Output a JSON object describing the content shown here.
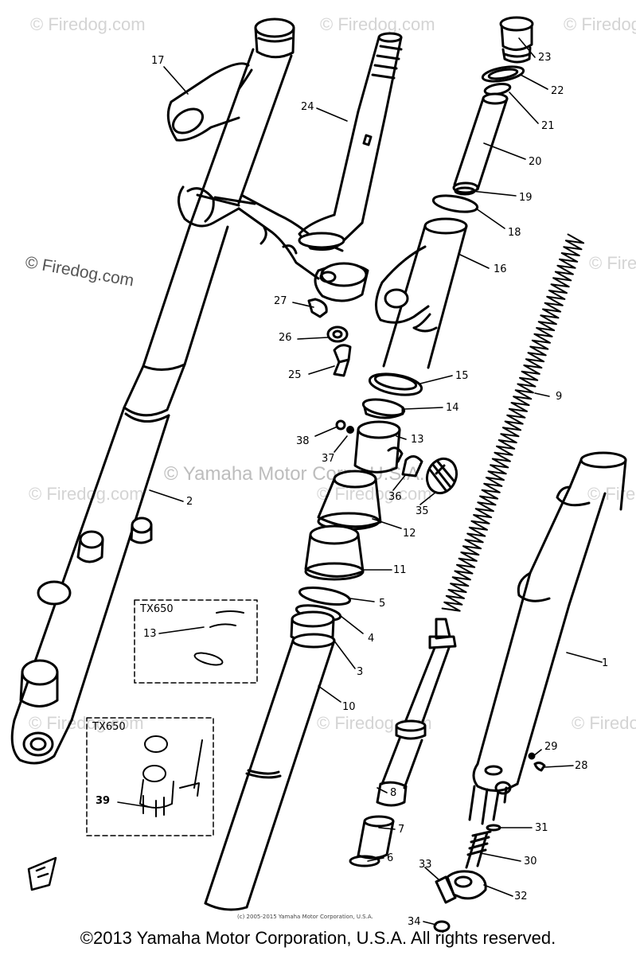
{
  "watermarks": {
    "site": "© Firedog.com",
    "site_short": "© Firedog.com",
    "center": "© Yamaha Motor Corp., U.S.A."
  },
  "callouts": [
    {
      "id": "17",
      "text": "17"
    },
    {
      "id": "24",
      "text": "24"
    },
    {
      "id": "23",
      "text": "23"
    },
    {
      "id": "22",
      "text": "22"
    },
    {
      "id": "21",
      "text": "21"
    },
    {
      "id": "20",
      "text": "20"
    },
    {
      "id": "19",
      "text": "19"
    },
    {
      "id": "18",
      "text": "18"
    },
    {
      "id": "16",
      "text": "16"
    },
    {
      "id": "27",
      "text": "27"
    },
    {
      "id": "26",
      "text": "26"
    },
    {
      "id": "25",
      "text": "25"
    },
    {
      "id": "15",
      "text": "15"
    },
    {
      "id": "14",
      "text": "14"
    },
    {
      "id": "9",
      "text": "9"
    },
    {
      "id": "38",
      "text": "38"
    },
    {
      "id": "37",
      "text": "37"
    },
    {
      "id": "13",
      "text": "13"
    },
    {
      "id": "36",
      "text": "36"
    },
    {
      "id": "35",
      "text": "35"
    },
    {
      "id": "2",
      "text": "2"
    },
    {
      "id": "12",
      "text": "12"
    },
    {
      "id": "11",
      "text": "11"
    },
    {
      "id": "5",
      "text": "5"
    },
    {
      "id": "4",
      "text": "4"
    },
    {
      "id": "3",
      "text": "3"
    },
    {
      "id": "10",
      "text": "10"
    },
    {
      "id": "1",
      "text": "1"
    },
    {
      "id": "29",
      "text": "29"
    },
    {
      "id": "28",
      "text": "28"
    },
    {
      "id": "8",
      "text": "8"
    },
    {
      "id": "31",
      "text": "31"
    },
    {
      "id": "7",
      "text": "7"
    },
    {
      "id": "30",
      "text": "30"
    },
    {
      "id": "6",
      "text": "6"
    },
    {
      "id": "33",
      "text": "33"
    },
    {
      "id": "32",
      "text": "32"
    },
    {
      "id": "34",
      "text": "34"
    },
    {
      "id": "13b",
      "text": "13"
    },
    {
      "id": "39",
      "text": "39"
    }
  ],
  "inset_top": {
    "title": "TX650"
  },
  "inset_bottom": {
    "title": "TX650"
  },
  "small_copyright": "(c) 2005-2015 Yamaha Motor Corporation, U.S.A.",
  "footer": "©2013 Yamaha Motor Corporation, U.S.A. All rights reserved."
}
